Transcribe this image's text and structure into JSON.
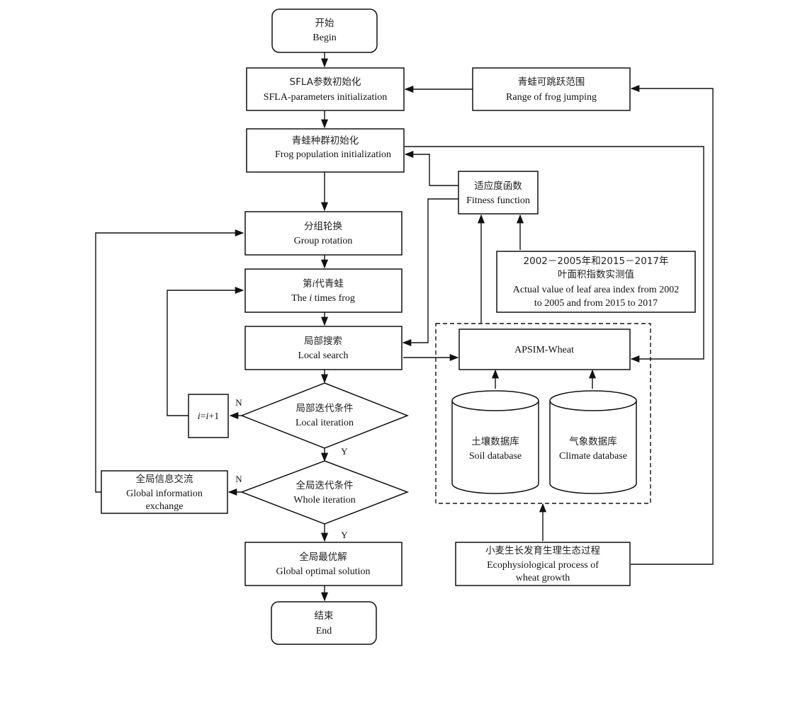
{
  "nodes": {
    "begin": {
      "cn": "开始",
      "en": "Begin"
    },
    "sfla_init": {
      "cn": "SFLA参数初始化",
      "en": "SFLA-parameters initialization"
    },
    "frog_range": {
      "cn": "青蛙可跳跃范围",
      "en": "Range of frog jumping"
    },
    "pop_init": {
      "cn": "青蛙种群初始化",
      "en": "Frog population initialization"
    },
    "fitness": {
      "cn": "适应度函数",
      "en": "Fitness function"
    },
    "group_rot": {
      "cn": "分组轮换",
      "en": "Group rotation"
    },
    "lai_actual": {
      "cn1": "2002－2005年和2015－2017年",
      "cn2": "叶面积指数实测值",
      "en1": "Actual value of leaf area index from 2002",
      "en2": "to 2005 and from 2015 to 2017"
    },
    "ith_frog": {
      "cn_a": "第",
      "cn_i": "i",
      "cn_b": "代青蛙",
      "en_a": "The ",
      "en_i": "i",
      "en_b": " times frog"
    },
    "local_search": {
      "cn": "局部搜索",
      "en": "Local search"
    },
    "apsim": {
      "en": "APSIM-Wheat"
    },
    "i_incr": {
      "a": "i",
      "b": "=",
      "c": "i",
      "d": "+1"
    },
    "local_iter": {
      "cn": "局部迭代条件",
      "en": "Local iteration"
    },
    "soil_db": {
      "cn": "土壤数据库",
      "en": "Soil database"
    },
    "climate_db": {
      "cn": "气象数据库",
      "en": "Climate database"
    },
    "global_exch": {
      "cn": "全局信息交流",
      "en1": "Global information",
      "en2": "exchange"
    },
    "whole_iter": {
      "cn": "全局迭代条件",
      "en": "Whole iteration"
    },
    "eco_process": {
      "cn": "小麦生长发育生理生态过程",
      "en1": "Ecophysiological process of",
      "en2": "wheat growth"
    },
    "global_opt": {
      "cn": "全局最优解",
      "en": "Global optimal solution"
    },
    "end": {
      "cn": "结束",
      "en": "End"
    }
  },
  "edge_labels": {
    "local_no": "N",
    "local_yes": "Y",
    "whole_no": "N",
    "whole_yes": "Y"
  }
}
